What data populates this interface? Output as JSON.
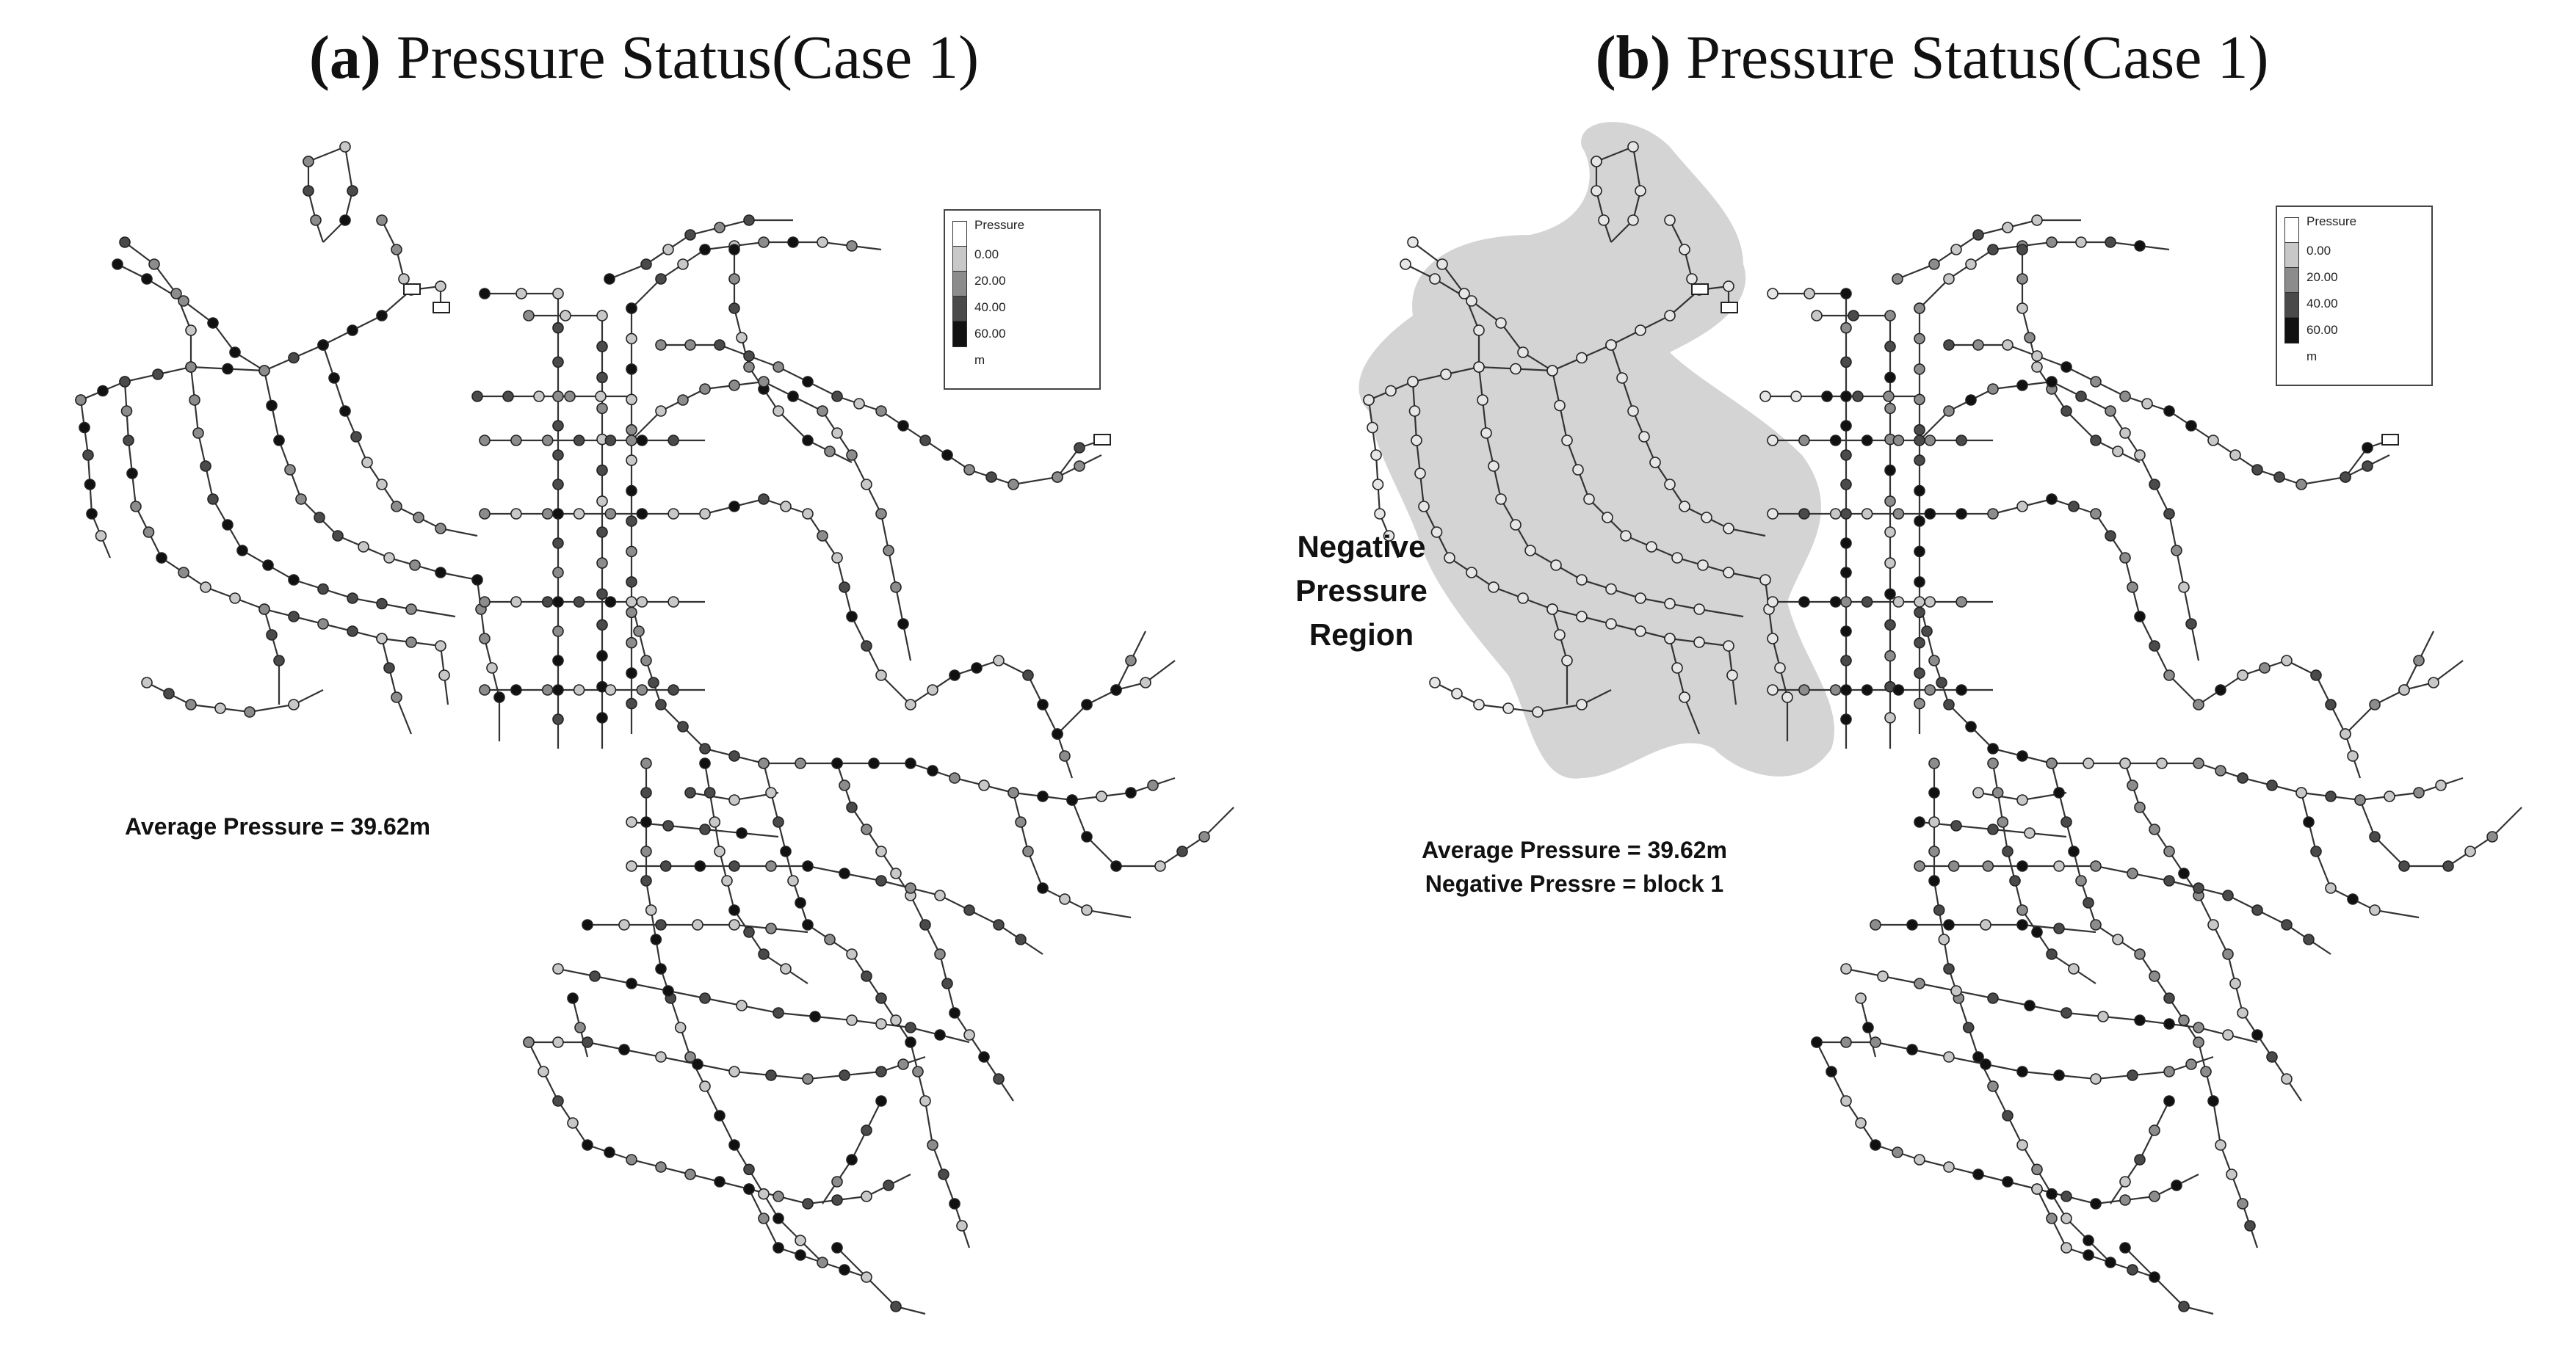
{
  "panels": [
    {
      "id": "a",
      "title_letter": "(a)",
      "title_text": "Pressure Status(Case 1)",
      "average_text": "Average Pressure = 39.62m",
      "negative_text": "",
      "region_label": ""
    },
    {
      "id": "b",
      "title_letter": "(b)",
      "title_text": "Pressure Status(Case 1)",
      "average_text": "Average Pressure = 39.62m",
      "negative_text": "Negative Pressre = block 1",
      "region_label": "Negative Pressure Region"
    }
  ],
  "legend": {
    "title": "Pressure",
    "levels": [
      "0.00",
      "20.00",
      "40.00",
      "60.00"
    ],
    "unit": "m",
    "colors": [
      "#ffffff",
      "#c8c8c8",
      "#8c8c8c",
      "#4a4a4a",
      "#111111"
    ]
  },
  "colors": {
    "pipe": "#333333",
    "region_fill": "#d4d4d4",
    "node_stroke": "#222222"
  }
}
